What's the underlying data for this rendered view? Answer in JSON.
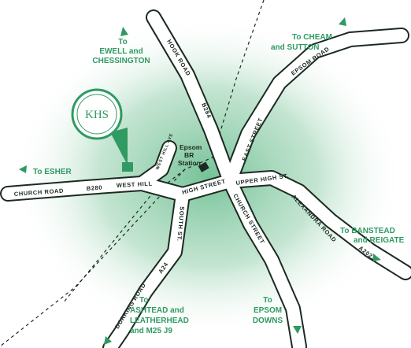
{
  "map": {
    "colors": {
      "ink": "#1c2a22",
      "accent": "#2f9a62",
      "halo": "#7bc39a"
    },
    "roads": {
      "church_road_west": "CHURCH ROAD",
      "b280": "B280",
      "west_hill": "WEST HILL",
      "west_hill_ave": "WEST HILL AVE",
      "hook_road": "HOOK ROAD",
      "b284": "B284",
      "high_street": "HIGH STREET",
      "upper_high_st": "UPPER HIGH ST.",
      "east_street": "EAST STREET",
      "epsom_road": "EPSOM ROAD",
      "church_street": "CHURCH STREET",
      "alexandra_road": "ALEXANDRA ROAD",
      "a2022": "A2022",
      "south_st": "SOUTH ST.",
      "dorking_road": "DORKING ROAD",
      "a24": "A24"
    },
    "station": {
      "line1": "Epsom",
      "line2": "BR",
      "line3": "Station"
    },
    "destinations": {
      "ewell": {
        "line1": "To",
        "line2": "EWELL and",
        "line3": "CHESSINGTON"
      },
      "cheam": {
        "line1": "To CHEAM",
        "line2": "and SUTTON"
      },
      "esher": {
        "line1": "To ESHER"
      },
      "banstead": {
        "line1": "To BANSTEAD",
        "line2": "and REIGATE"
      },
      "ashtead": {
        "line1": "To",
        "line2": "ASHTEAD and",
        "line3": "LEATHERHEAD",
        "line4": "and M25 J9"
      },
      "epsom_downs": {
        "line1": "To",
        "line2": "EPSOM",
        "line3": "DOWNS"
      }
    },
    "logo": {
      "monogram": "KHS",
      "icon": "monogram-logo"
    }
  }
}
